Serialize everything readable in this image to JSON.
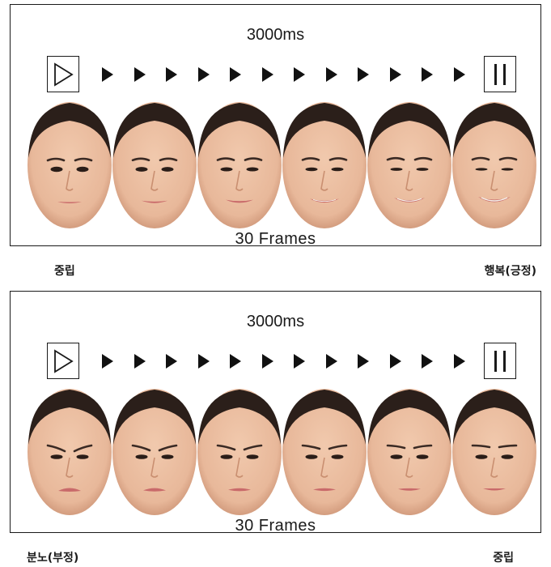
{
  "panels": [
    {
      "duration": "3000ms",
      "frames_label": "30 Frames",
      "start_caption": "중립",
      "end_caption": "행복(긍정)",
      "play_icon": "play-icon",
      "pause_icon": "pause-icon",
      "arrow_count": 12,
      "face_count": 6,
      "expression_progress": [
        0,
        0.2,
        0.4,
        0.6,
        0.8,
        1.0
      ],
      "expression_type": "smile"
    },
    {
      "duration": "3000ms",
      "frames_label": "30 Frames",
      "start_caption": "분노(부정)",
      "end_caption": "중립",
      "play_icon": "play-icon",
      "pause_icon": "pause-icon",
      "arrow_count": 12,
      "face_count": 6,
      "expression_progress": [
        1.0,
        0.8,
        0.6,
        0.4,
        0.2,
        0
      ],
      "expression_type": "anger"
    }
  ],
  "colors": {
    "skin": "#e8b89a",
    "skin_shadow": "#c98f71",
    "hair": "#2b1f1a",
    "lips": "#c96a6a",
    "border": "#1a1a1a"
  }
}
